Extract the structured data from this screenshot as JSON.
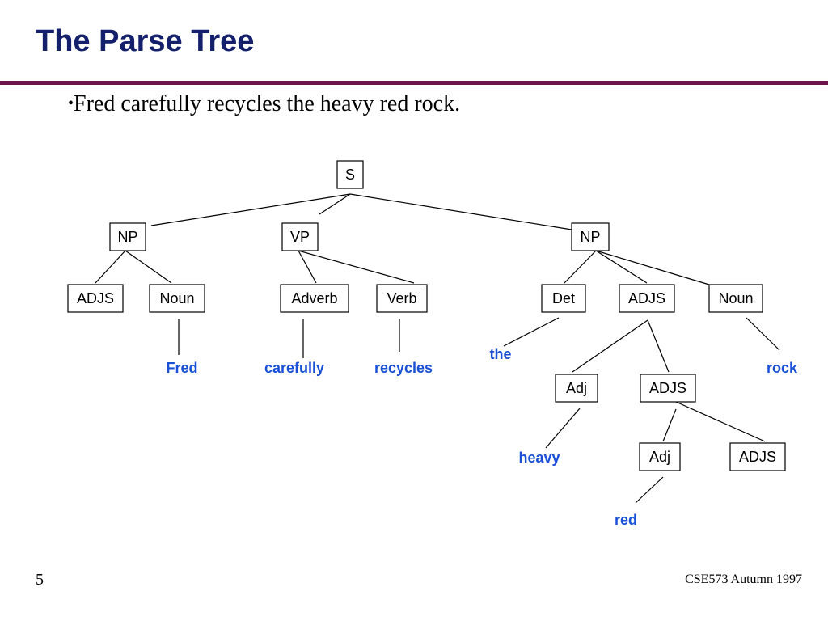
{
  "slide": {
    "title": "The Parse Tree",
    "bullet_marker": "•",
    "sentence": "Fred carefully recycles the heavy red rock.",
    "page_number": "5",
    "course": "CSE573 Autumn 1997"
  },
  "tree": {
    "nodes": [
      {
        "id": "s",
        "label": "S"
      },
      {
        "id": "np1",
        "label": "NP"
      },
      {
        "id": "vp",
        "label": "VP"
      },
      {
        "id": "np2",
        "label": "NP"
      },
      {
        "id": "adjs1",
        "label": "ADJS"
      },
      {
        "id": "noun1",
        "label": "Noun"
      },
      {
        "id": "adverb",
        "label": "Adverb"
      },
      {
        "id": "verb",
        "label": "Verb"
      },
      {
        "id": "det",
        "label": "Det"
      },
      {
        "id": "adjs2",
        "label": "ADJS"
      },
      {
        "id": "noun2",
        "label": "Noun"
      },
      {
        "id": "adj1",
        "label": "Adj"
      },
      {
        "id": "adjs3",
        "label": "ADJS"
      },
      {
        "id": "adj2",
        "label": "Adj"
      },
      {
        "id": "adjs4",
        "label": "ADJS"
      }
    ],
    "words": [
      {
        "id": "w-fred",
        "text": "Fred"
      },
      {
        "id": "w-carefully",
        "text": "carefully"
      },
      {
        "id": "w-recycles",
        "text": "recycles"
      },
      {
        "id": "w-the",
        "text": "the"
      },
      {
        "id": "w-heavy",
        "text": "heavy"
      },
      {
        "id": "w-red",
        "text": "red"
      },
      {
        "id": "w-rock",
        "text": "rock"
      }
    ],
    "edges": [
      [
        "s",
        "np1"
      ],
      [
        "s",
        "vp"
      ],
      [
        "s",
        "np2"
      ],
      [
        "np1",
        "adjs1"
      ],
      [
        "np1",
        "noun1"
      ],
      [
        "vp",
        "adverb"
      ],
      [
        "vp",
        "verb"
      ],
      [
        "np2",
        "det"
      ],
      [
        "np2",
        "adjs2"
      ],
      [
        "np2",
        "noun2"
      ],
      [
        "adjs2",
        "adj1"
      ],
      [
        "adjs2",
        "adjs3"
      ],
      [
        "adjs3",
        "adj2"
      ],
      [
        "adjs3",
        "adjs4"
      ],
      [
        "noun1",
        "w-fred"
      ],
      [
        "adverb",
        "w-carefully"
      ],
      [
        "verb",
        "w-recycles"
      ],
      [
        "det",
        "w-the"
      ],
      [
        "adj1",
        "w-heavy"
      ],
      [
        "adj2",
        "w-red"
      ],
      [
        "noun2",
        "w-rock"
      ]
    ]
  },
  "colors": {
    "title": "#14206b",
    "rule": "#6b1450",
    "word": "#1a50d6"
  }
}
